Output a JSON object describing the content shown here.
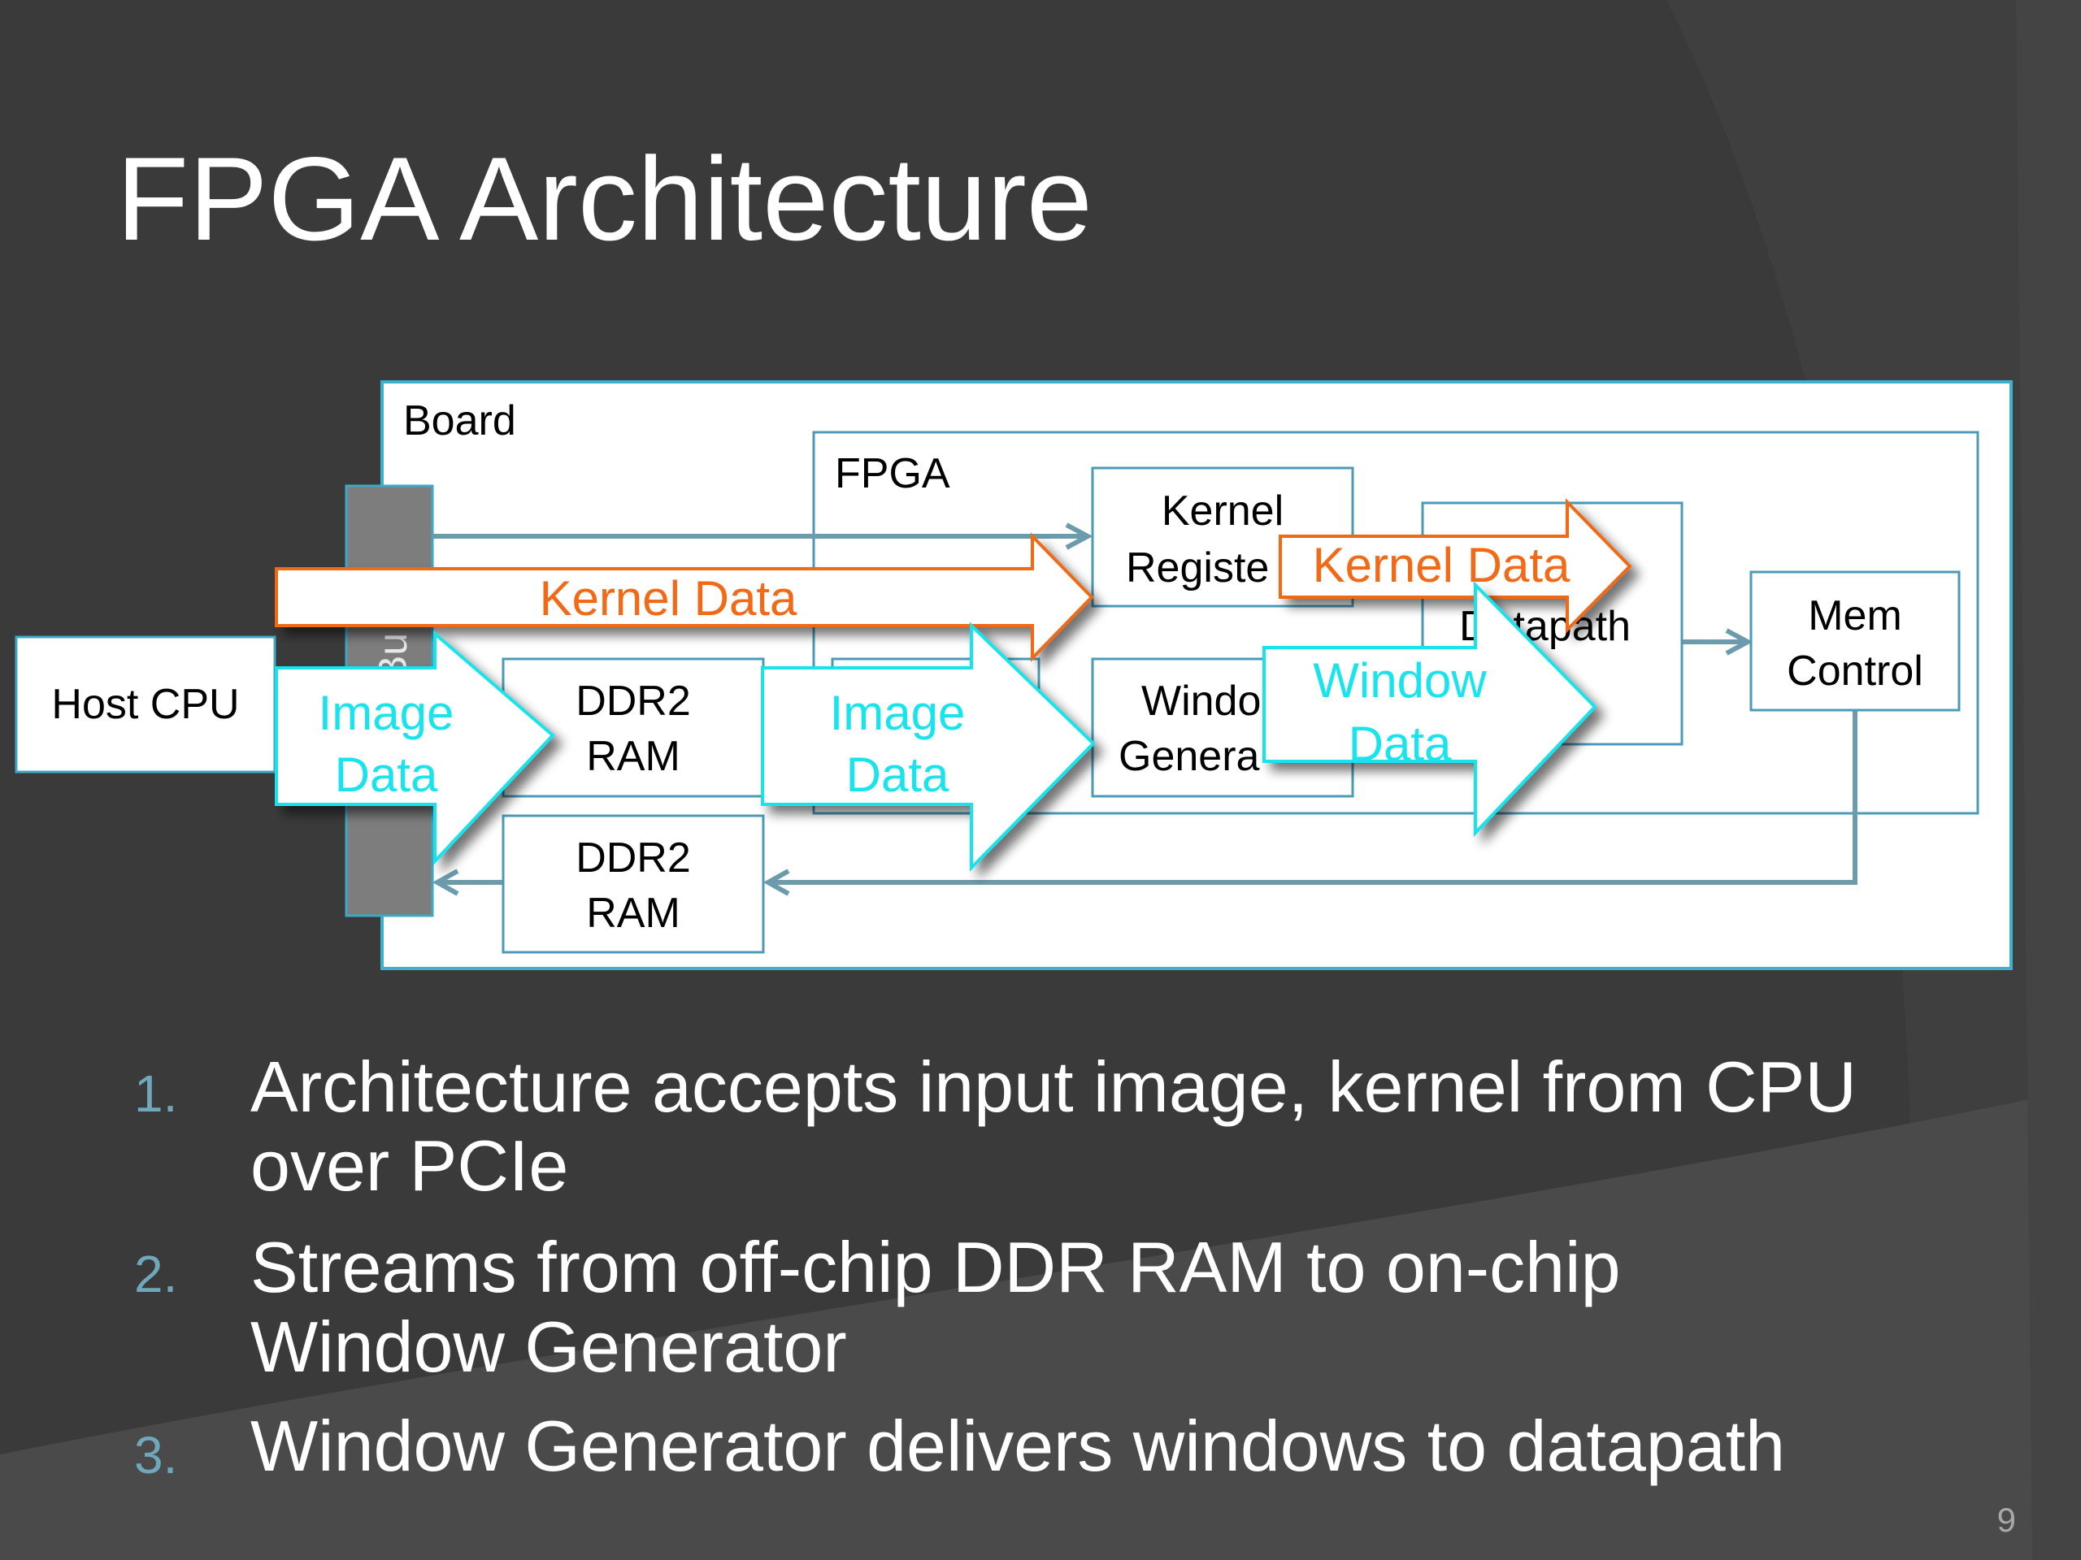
{
  "slide": {
    "title": "FPGA Architecture",
    "page_number": "9"
  },
  "diagram": {
    "board_label": "Board",
    "fpga_label": "FPGA",
    "bus_label": "Bu",
    "host_cpu": "Host CPU",
    "ddr2_top": [
      "DDR2",
      "RAM"
    ],
    "ddr2_bottom": [
      "DDR2",
      "RAM"
    ],
    "kernel_register": [
      "Kernel",
      "Registe"
    ],
    "window_generator": [
      "Windo",
      "Genera"
    ],
    "datapath": "D  tapath",
    "mem_control": [
      "Mem",
      "Control"
    ],
    "arrows": {
      "kernel_data_1": "Kernel Data",
      "kernel_data_2": "Kernel Data",
      "image_data_1": [
        "Image",
        "Data"
      ],
      "image_data_2": [
        "Image",
        "Data"
      ],
      "window_data": [
        "Window",
        "Data"
      ]
    }
  },
  "list": [
    {
      "number": "1.",
      "lines": [
        "Architecture accepts input image, kernel from CPU",
        "over PCIe"
      ]
    },
    {
      "number": "2.",
      "lines": [
        "Streams from off-chip DDR RAM to on-chip",
        "Window Generator"
      ]
    },
    {
      "number": "3.",
      "lines": [
        "Window Generator delivers windows to datapath"
      ]
    }
  ],
  "colors": {
    "background": "#3a3a3a",
    "box_border": "#4a9ab8",
    "connector": "#6b9bad",
    "kernel_orange": "#f06a18",
    "image_cyan": "#19e3ec",
    "list_number": "#6fa8ba",
    "bus_grey": "#7d7d7d"
  }
}
